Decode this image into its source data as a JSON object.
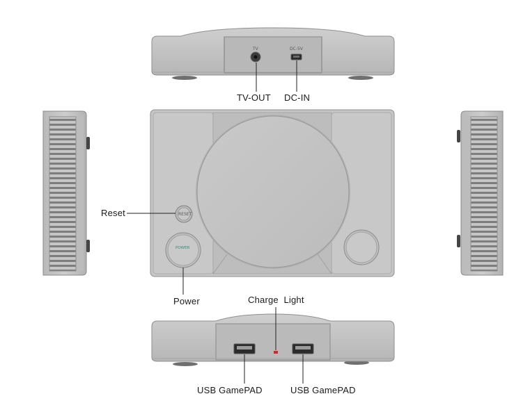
{
  "callouts": {
    "tv_out": "TV-OUT",
    "dc_in": "DC-IN",
    "reset": "Reset",
    "power": "Power",
    "charge_light": "Charge  Light",
    "usb_left": "USB GamePAD",
    "usb_right": "USB GamePAD"
  },
  "embossed": {
    "tv_port": "TV",
    "dc_port": "DC-5V",
    "reset_button": "RESET",
    "power_button": "POWER"
  },
  "colors": {
    "body": "#c3c3c3",
    "body_dark": "#9d9d9d",
    "power_text": "#2f8f77",
    "charge_led": "#d8232a"
  }
}
